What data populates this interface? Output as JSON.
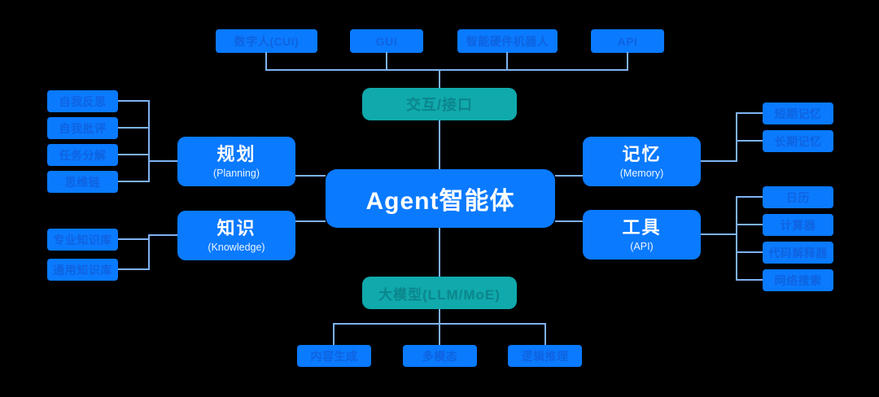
{
  "diagram": {
    "title_node": "Agent智能体",
    "colors": {
      "background": "#000000",
      "node_blue": "#0a7aff",
      "node_teal": "#10a9ac",
      "dim_text_on_blue": "#0f63e0",
      "dim_text_on_teal": "#0b868c",
      "main_text": "#ffffff",
      "connector": "#7eb2f4"
    },
    "interface_layer": {
      "label": "交互/接口",
      "inputs": [
        {
          "label": "数字人(CUI)"
        },
        {
          "label": "GUI"
        },
        {
          "label": "智能硬件机器人"
        },
        {
          "label": "API"
        }
      ]
    },
    "planning": {
      "title": "规划",
      "subtitle": "(Planning)",
      "items": [
        {
          "label": "自我反思"
        },
        {
          "label": "自我批评"
        },
        {
          "label": "任务分解"
        },
        {
          "label": "思维链"
        }
      ]
    },
    "knowledge": {
      "title": "知识",
      "subtitle": "(Knowledge)",
      "items": [
        {
          "label": "专业知识库"
        },
        {
          "label": "通用知识库"
        }
      ]
    },
    "memory": {
      "title": "记忆",
      "subtitle": "(Memory)",
      "items": [
        {
          "label": "短期记忆"
        },
        {
          "label": "长期记忆"
        }
      ]
    },
    "tools": {
      "title": "工具",
      "subtitle": "(API)",
      "items": [
        {
          "label": "日历"
        },
        {
          "label": "计算器"
        },
        {
          "label": "代码解释器"
        },
        {
          "label": "网络搜索"
        }
      ]
    },
    "llm_layer": {
      "label": "大模型(LLM/MoE)",
      "capabilities": [
        {
          "label": "内容生成"
        },
        {
          "label": "多模态"
        },
        {
          "label": "逻辑推理"
        }
      ]
    }
  }
}
